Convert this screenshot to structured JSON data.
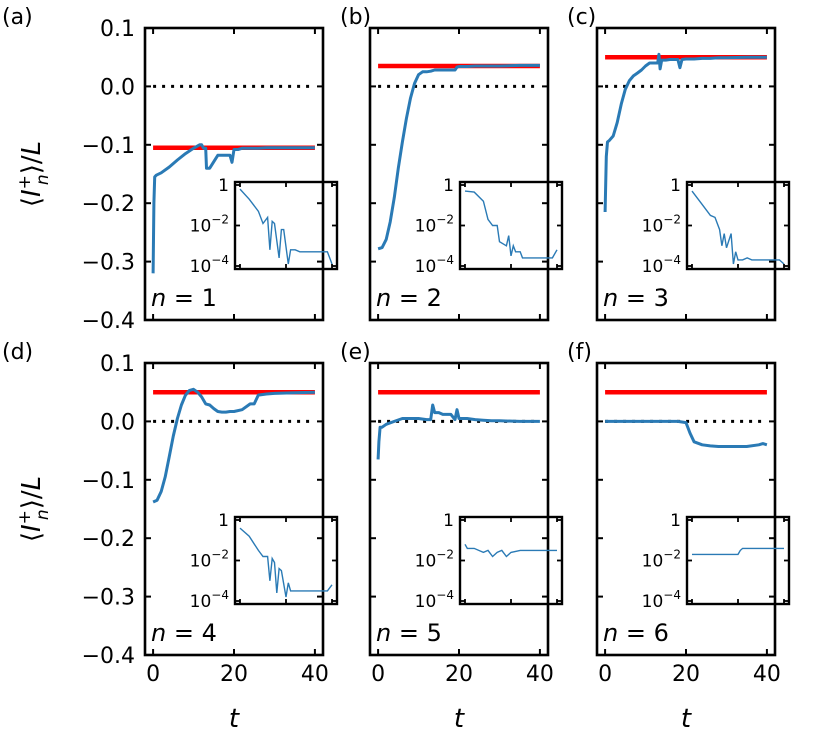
{
  "chart_data": {
    "type": "line",
    "ylabel": "⟨I_n^+⟩/L",
    "xlabel": "t",
    "xlim": [
      -2,
      42
    ],
    "ylim": [
      -0.4,
      0.1
    ],
    "xticks": [
      "0",
      "20",
      "40"
    ],
    "yticks": [
      "0.1",
      "0.0",
      "-0.1",
      "-0.2",
      "-0.3",
      "-0.4"
    ],
    "inset_yticks": [
      "1",
      "10^-2",
      "10^-4"
    ],
    "colors": {
      "series": "#2a7ab5",
      "reference": "#ff0000",
      "zero": "#000000"
    },
    "panels": [
      {
        "label": "(a)",
        "n_label": "n = 1",
        "reference": -0.105,
        "series": {
          "t": [
            0,
            0.2,
            0.4,
            0.8,
            2,
            4,
            6,
            8,
            10,
            11.5,
            12,
            12.5,
            13,
            13.2,
            14,
            16,
            18,
            19,
            19.5,
            20,
            21,
            22,
            24,
            26,
            28,
            30,
            35,
            40
          ],
          "y": [
            -0.32,
            -0.2,
            -0.155,
            -0.152,
            -0.148,
            -0.138,
            -0.126,
            -0.115,
            -0.106,
            -0.1,
            -0.1,
            -0.106,
            -0.106,
            -0.14,
            -0.14,
            -0.118,
            -0.118,
            -0.118,
            -0.13,
            -0.108,
            -0.108,
            -0.106,
            -0.106,
            -0.106,
            -0.105,
            -0.105,
            -0.105,
            -0.105
          ]
        },
        "inset": {
          "t": [
            0,
            4,
            8,
            10,
            12,
            13,
            14,
            15,
            17,
            18,
            19,
            21,
            22,
            24,
            26,
            30,
            38,
            40
          ],
          "log10_y": [
            -0.2,
            -0.7,
            -1.3,
            -1.9,
            -1.6,
            -3.2,
            -1.8,
            -1.9,
            -3.6,
            -2.2,
            -2.2,
            -3.9,
            -3.2,
            -3.2,
            -3.3,
            -3.3,
            -3.3,
            -3.9
          ]
        }
      },
      {
        "label": "(b)",
        "n_label": "n = 2",
        "reference": 0.035,
        "series": {
          "t": [
            0,
            1,
            2,
            3,
            4,
            5,
            6,
            7,
            8,
            9,
            10,
            11,
            12,
            13,
            14,
            16,
            18,
            19,
            19.5,
            20,
            22,
            24,
            26,
            28,
            30,
            35,
            40
          ],
          "y": [
            -0.278,
            -0.276,
            -0.262,
            -0.232,
            -0.19,
            -0.14,
            -0.095,
            -0.055,
            -0.02,
            0.005,
            0.02,
            0.025,
            0.025,
            0.026,
            0.028,
            0.028,
            0.028,
            0.028,
            0.033,
            0.034,
            0.034,
            0.035,
            0.035,
            0.035,
            0.035,
            0.036,
            0.036
          ]
        },
        "inset": {
          "t": [
            0,
            4,
            8,
            10,
            12,
            14,
            15,
            18,
            19,
            20,
            21,
            22,
            24,
            25,
            30,
            38,
            40
          ],
          "log10_y": [
            -0.3,
            -0.35,
            -0.8,
            -1.7,
            -2.0,
            -2.0,
            -2.8,
            -3.0,
            -2.5,
            -3.5,
            -3.0,
            -3.3,
            -3.3,
            -3.6,
            -3.6,
            -3.6,
            -3.2
          ]
        }
      },
      {
        "label": "(c)",
        "n_label": "n = 3",
        "reference": 0.05,
        "series": {
          "t": [
            0,
            0.3,
            0.6,
            1,
            2,
            3,
            4,
            5,
            6,
            7,
            8,
            9,
            10,
            11,
            12,
            13,
            13.3,
            13.6,
            14,
            15,
            16,
            18,
            18.5,
            19,
            20,
            22,
            24,
            26,
            28,
            30,
            35,
            40
          ],
          "y": [
            -0.215,
            -0.12,
            -0.095,
            -0.093,
            -0.085,
            -0.062,
            -0.03,
            -0.005,
            0.01,
            0.018,
            0.023,
            0.028,
            0.035,
            0.04,
            0.04,
            0.04,
            0.055,
            0.03,
            0.045,
            0.045,
            0.046,
            0.046,
            0.032,
            0.046,
            0.047,
            0.047,
            0.048,
            0.048,
            0.049,
            0.049,
            0.05,
            0.05
          ]
        },
        "inset": {
          "t": [
            0,
            4,
            8,
            10,
            12,
            13,
            14,
            15,
            17,
            18,
            19,
            20,
            22,
            24,
            26,
            30,
            38,
            40
          ],
          "log10_y": [
            -0.3,
            -0.9,
            -1.5,
            -1.6,
            -2.2,
            -3.0,
            -2.4,
            -3.1,
            -2.4,
            -3.9,
            -3.3,
            -3.7,
            -3.7,
            -3.6,
            -3.7,
            -3.7,
            -3.7,
            -3.9
          ]
        }
      },
      {
        "label": "(d)",
        "n_label": "n = 4",
        "reference": 0.05,
        "series": {
          "t": [
            0,
            1,
            2,
            3,
            4,
            5,
            6,
            7,
            8,
            9,
            10,
            11,
            12,
            13,
            14,
            15,
            16,
            17,
            18,
            19,
            20,
            22,
            24,
            25,
            26,
            28,
            30,
            35,
            40
          ],
          "y": [
            -0.138,
            -0.135,
            -0.12,
            -0.095,
            -0.06,
            -0.025,
            0.005,
            0.028,
            0.045,
            0.053,
            0.055,
            0.05,
            0.042,
            0.03,
            0.028,
            0.022,
            0.017,
            0.016,
            0.016,
            0.017,
            0.017,
            0.02,
            0.03,
            0.03,
            0.045,
            0.047,
            0.048,
            0.049,
            0.05
          ]
        },
        "inset": {
          "t": [
            0,
            4,
            8,
            10,
            12,
            13,
            14,
            15,
            16,
            17,
            18,
            20,
            21,
            22,
            24,
            30,
            38,
            40
          ],
          "log10_y": [
            -0.4,
            -0.8,
            -1.5,
            -1.8,
            -1.8,
            -3.0,
            -1.9,
            -2.1,
            -3.6,
            -2.4,
            -2.5,
            -3.8,
            -3.1,
            -3.5,
            -3.5,
            -3.5,
            -3.5,
            -3.2
          ]
        }
      },
      {
        "label": "(e)",
        "n_label": "n = 5",
        "reference": 0.05,
        "series": {
          "t": [
            0,
            0.2,
            0.5,
            1,
            2,
            4,
            6,
            8,
            10,
            12,
            13,
            13.5,
            14,
            15,
            16,
            18,
            19,
            19.5,
            20,
            22,
            24,
            26,
            28,
            30,
            35,
            40
          ],
          "y": [
            -0.065,
            -0.035,
            -0.01,
            -0.01,
            -0.005,
            0.0,
            0.005,
            0.005,
            0.005,
            0.003,
            0.003,
            0.028,
            0.015,
            0.015,
            0.012,
            0.012,
            0.003,
            0.02,
            0.005,
            0.005,
            0.003,
            0.002,
            0.001,
            0.001,
            0.0,
            0.0
          ]
        },
        "inset": {
          "t": [
            0,
            1,
            4,
            8,
            10,
            12,
            14,
            16,
            18,
            20,
            24,
            30,
            38,
            40
          ],
          "log10_y": [
            -1.2,
            -1.4,
            -1.4,
            -1.6,
            -1.5,
            -1.8,
            -1.6,
            -1.5,
            -1.8,
            -1.6,
            -1.5,
            -1.5,
            -1.5,
            -1.5
          ]
        }
      },
      {
        "label": "(f)",
        "n_label": "n = 6",
        "reference": 0.05,
        "series": {
          "t": [
            0,
            10,
            18,
            20,
            21,
            22,
            24,
            26,
            28,
            30,
            35,
            38,
            39,
            40
          ],
          "y": [
            0.0,
            0.0,
            0.0,
            -0.002,
            -0.02,
            -0.035,
            -0.04,
            -0.042,
            -0.043,
            -0.043,
            -0.043,
            -0.04,
            -0.038,
            -0.04
          ]
        },
        "inset": {
          "t": [
            0,
            10,
            19,
            20,
            21,
            22,
            30,
            40
          ],
          "log10_y": [
            -1.7,
            -1.7,
            -1.7,
            -1.7,
            -1.5,
            -1.4,
            -1.4,
            -1.4
          ]
        }
      }
    ]
  }
}
